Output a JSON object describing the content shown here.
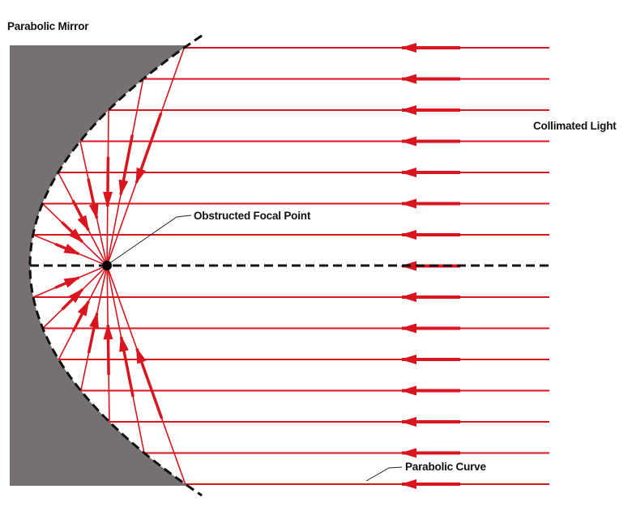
{
  "labels": {
    "title": "Parabolic Mirror",
    "collimated": "Collimated Light",
    "focal": "Obstructed Focal Point",
    "curve": "Parabolic Curve"
  },
  "colors": {
    "mirror": "#767170",
    "ray": "#d9151f",
    "curve": "#111111",
    "background": "#ffffff",
    "focal_point": "#000000"
  },
  "diagram": {
    "ray_count": 15,
    "central_ray_dashed": true
  }
}
